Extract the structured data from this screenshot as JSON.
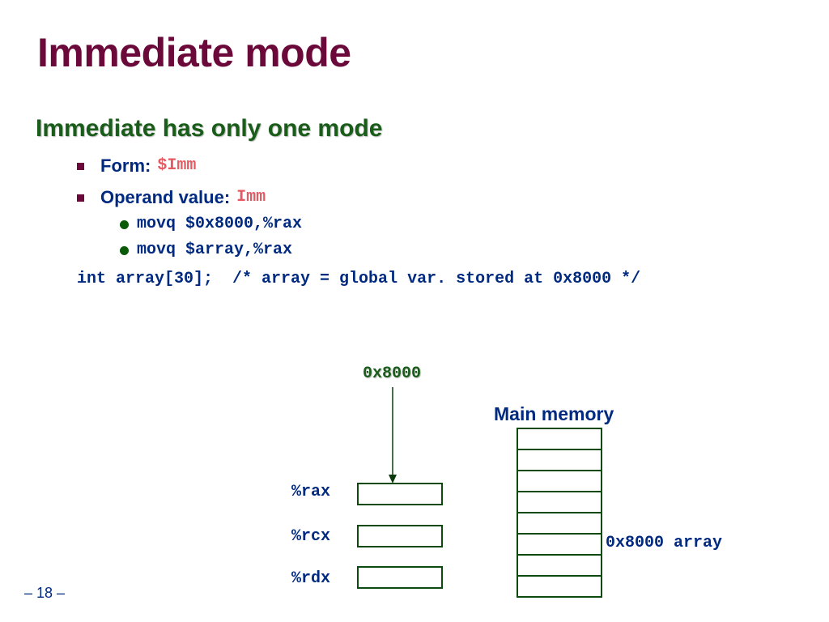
{
  "title": "Immediate mode",
  "subheading": "Immediate has only one mode",
  "bullets": [
    {
      "label": "Form:",
      "code": "$Imm"
    },
    {
      "label": "Operand value:",
      "code": "Imm"
    }
  ],
  "sub_bullets": [
    "movq $0x8000,%rax",
    "movq $array,%rax"
  ],
  "declaration": "int array[30];  /* array = global var. stored at 0x8000 */",
  "diagram": {
    "immediate_value": "0x8000",
    "memory_label": "Main memory",
    "registers": [
      "%rax",
      "%rcx",
      "%rdx"
    ],
    "memory_cell_count": 8,
    "array_annotation": "0x8000 array"
  },
  "slide_number": "– 18 –",
  "colors": {
    "title": "#6b0a3a",
    "subheading": "#1a5c1a",
    "text": "#002a80",
    "code_highlight": "#e45a62",
    "box_border": "#0d4a0d"
  }
}
